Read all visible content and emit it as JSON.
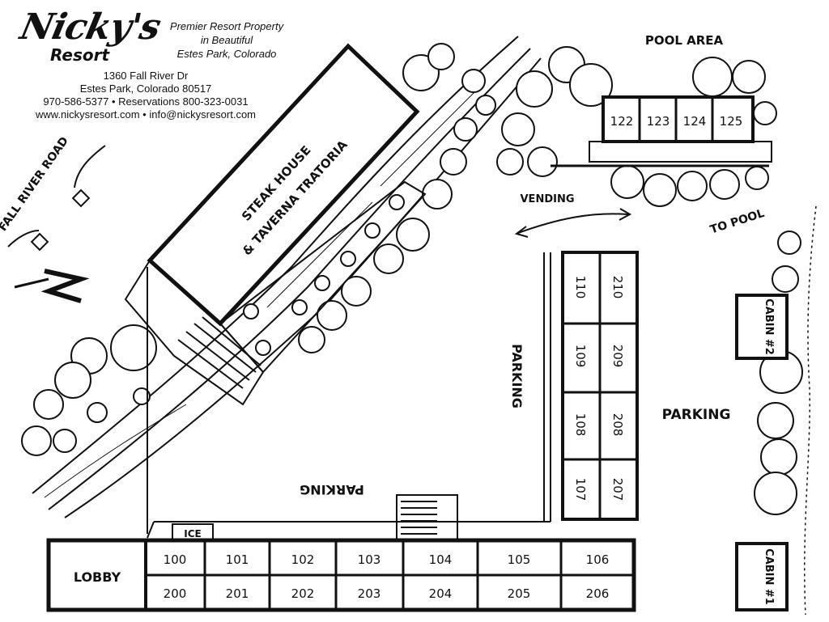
{
  "header": {
    "logo_text": "Nicky's",
    "logo_sub": "Resort",
    "tagline_1": "Premier Resort Property",
    "tagline_2": "in Beautiful",
    "tagline_3": "Estes Park, Colorado",
    "address_1": "1360 Fall River Dr",
    "address_2": "Estes Park, Colorado 80517",
    "phone_line": "970-586-5377 • Reservations 800-323-0031",
    "web_line": "www.nickysresort.com • info@nickysresort.com"
  },
  "labels": {
    "fall_river_road": "FALL RIVER ROAD",
    "north_marker": "N",
    "restaurant_1": "STEAK HOUSE",
    "restaurant_2": "& TAVERNA TRATORIA",
    "pool_area": "POOL AREA",
    "to_pool": "TO POOL",
    "vending": "VENDING",
    "parking_center": "PARKING",
    "parking_right": "PARKING",
    "parking_bottom": "PARKING",
    "lobby": "LOBBY",
    "ice": "ICE",
    "cabin_1": "CABIN #1",
    "cabin_2": "CABIN #2"
  },
  "rooms": {
    "pool_row": [
      "122",
      "123",
      "124",
      "125"
    ],
    "front_row": [
      "100",
      "101",
      "102",
      "103",
      "104",
      "105",
      "106"
    ],
    "back_row": [
      "200",
      "201",
      "202",
      "203",
      "204",
      "205",
      "206"
    ],
    "wing_left": [
      "110",
      "109",
      "108",
      "107"
    ],
    "wing_right": [
      "210",
      "209",
      "208",
      "207"
    ]
  },
  "colors": {
    "ink": "#111111",
    "paper": "#ffffff"
  }
}
